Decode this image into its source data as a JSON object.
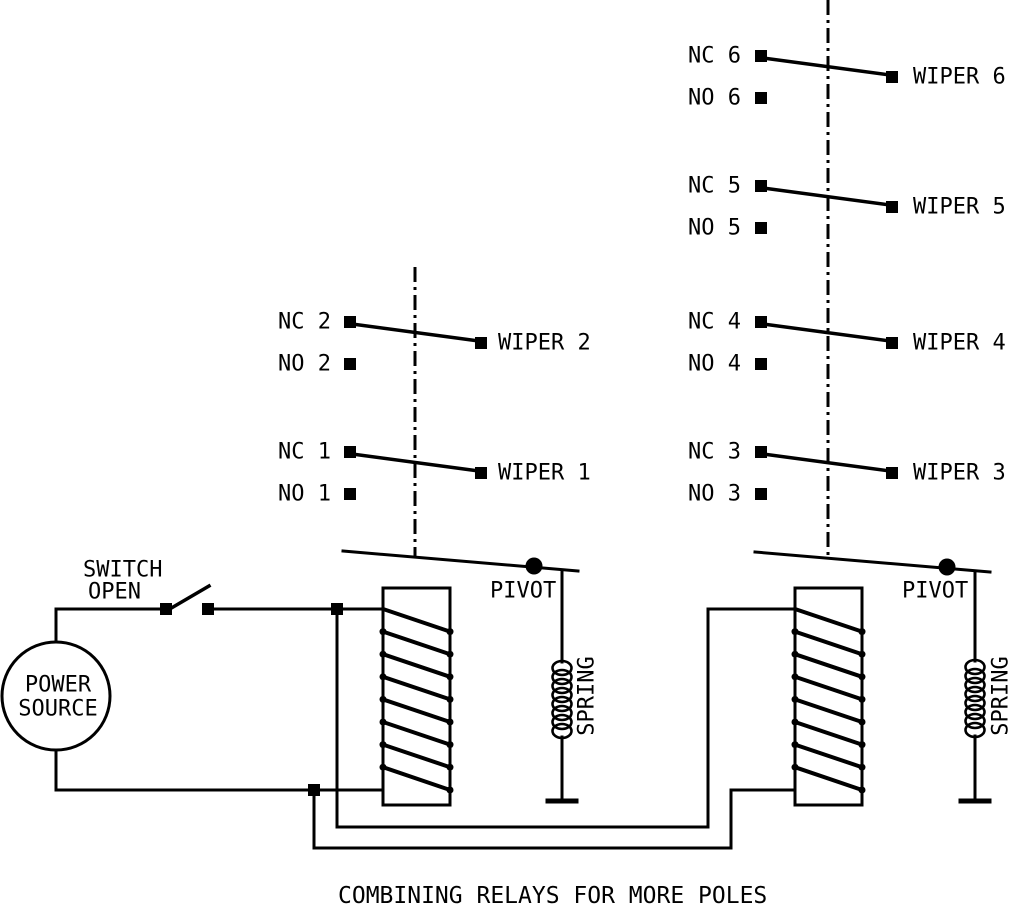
{
  "title": "COMBINING RELAYS FOR MORE POLES",
  "colors": {
    "ink": "#000000",
    "paper": "#ffffff"
  },
  "power_source": {
    "line1": "POWER",
    "line2": "SOURCE"
  },
  "switch": {
    "line1": "SWITCH",
    "line2": "OPEN"
  },
  "left_relay": {
    "pivot_label": "PIVOT",
    "spring_label": "SPRING",
    "poles": [
      {
        "nc": "NC 2",
        "no": "NO 2",
        "wiper": "WIPER 2"
      },
      {
        "nc": "NC 1",
        "no": "NO 1",
        "wiper": "WIPER 1"
      }
    ]
  },
  "right_relay": {
    "pivot_label": "PIVOT",
    "spring_label": "SPRING",
    "poles": [
      {
        "nc": "NC 6",
        "no": "NO 6",
        "wiper": "WIPER 6"
      },
      {
        "nc": "NC 5",
        "no": "NO 5",
        "wiper": "WIPER 5"
      },
      {
        "nc": "NC 4",
        "no": "NO 4",
        "wiper": "WIPER 4"
      },
      {
        "nc": "NC 3",
        "no": "NO 3",
        "wiper": "WIPER 3"
      }
    ]
  }
}
